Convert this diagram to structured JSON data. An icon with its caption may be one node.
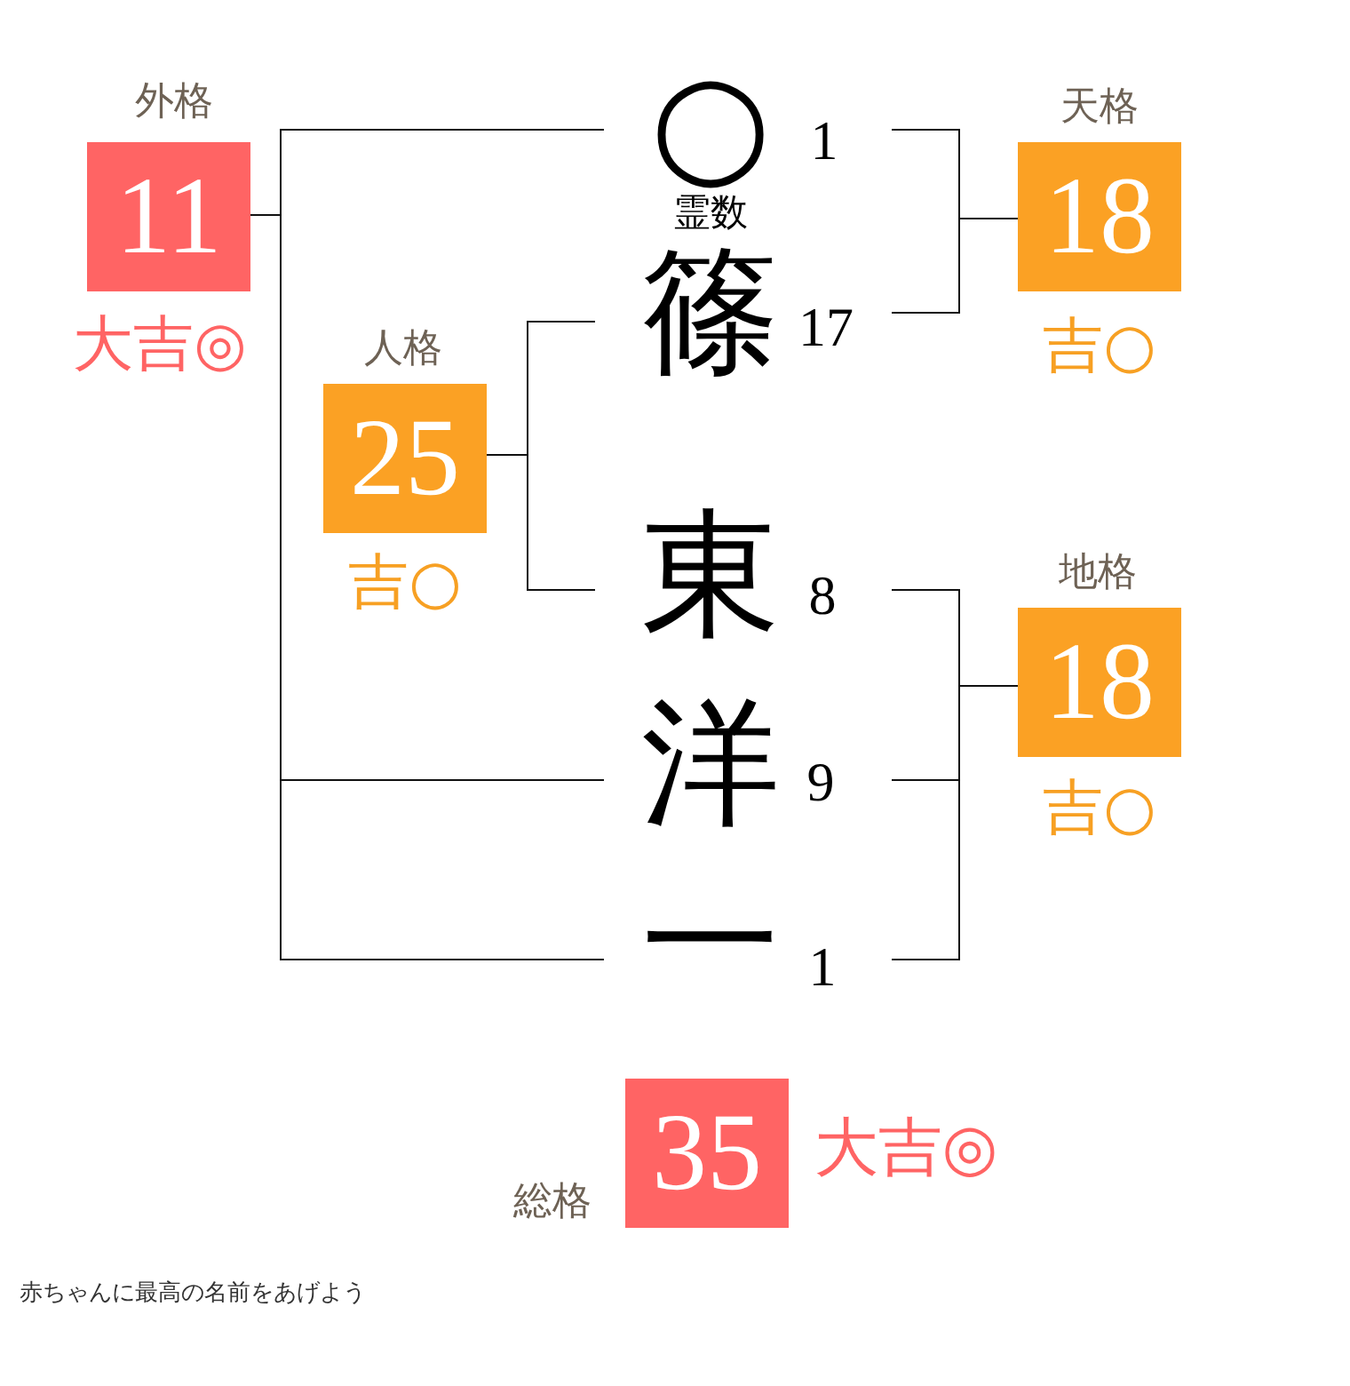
{
  "diagram": {
    "nodes": [
      {
        "text": [
          "外格",
          "11"
        ],
        "beside": [
          "大吉◎"
        ]
      },
      {
        "text": [
          "○"
        ],
        "beside": [
          "1",
          "霊数"
        ]
      },
      {
        "text": [
          "天格",
          "18"
        ],
        "beside": [
          "吉○"
        ]
      },
      {
        "text": [
          "篠"
        ],
        "beside": [
          "17"
        ]
      },
      {
        "text": [
          "人格",
          "25"
        ],
        "beside": [
          "吉○"
        ]
      },
      {
        "text": [
          "東"
        ],
        "beside": [
          "8"
        ]
      },
      {
        "text": [
          "地格",
          "18"
        ],
        "beside": [
          "吉○"
        ]
      },
      {
        "text": [
          "洋"
        ],
        "beside": [
          "9"
        ]
      },
      {
        "text": [
          "一"
        ],
        "beside": [
          "1"
        ]
      },
      {
        "text": [
          "総格",
          "35"
        ],
        "beside": [
          "大吉◎"
        ]
      }
    ],
    "edges": [
      {
        "from": 1,
        "to": 0,
        "arrow": "none"
      },
      {
        "from": 7,
        "to": 0,
        "arrow": "none"
      },
      {
        "from": 8,
        "to": 0,
        "arrow": "none"
      },
      {
        "from": 1,
        "to": 2,
        "arrow": "none"
      },
      {
        "from": 3,
        "to": 2,
        "arrow": "none"
      },
      {
        "from": 3,
        "to": 4,
        "arrow": "none"
      },
      {
        "from": 5,
        "to": 4,
        "arrow": "none"
      },
      {
        "from": 5,
        "to": 6,
        "arrow": "none"
      },
      {
        "from": 7,
        "to": 6,
        "arrow": "none"
      },
      {
        "from": 8,
        "to": 6,
        "arrow": "none"
      }
    ],
    "labels": [
      "赤ちゃんに最高の名前をあげよう"
    ]
  }
}
